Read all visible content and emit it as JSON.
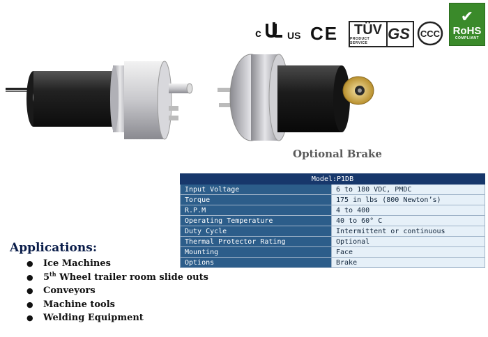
{
  "certifications": {
    "ul": {
      "c": "c",
      "us": "US"
    },
    "ce": "CE",
    "tuv": {
      "name": "TÜV",
      "sub": "PRODUCT SERVICE"
    },
    "gs": "GS",
    "ccc": "CCC",
    "rohs": {
      "name": "RoHS",
      "sub": "COMPLIANT"
    }
  },
  "caption": "Optional Brake",
  "spec": {
    "header": "Model:P1DB",
    "rows": [
      {
        "label": "Input Voltage",
        "value": "6 to 180 VDC, PMDC"
      },
      {
        "label": "Torque",
        "value": "175 in lbs (800 Newton’s)"
      },
      {
        "label": "R.P.M",
        "value": "4 to 400"
      },
      {
        "label": "Operating Temperature",
        "value": "40 to 60° C"
      },
      {
        "label": "Duty Cycle",
        "value": "Intermittent or continuous"
      },
      {
        "label": "Thermal Protector Rating",
        "value": "Optional"
      },
      {
        "label": "Mounting",
        "value": "Face"
      },
      {
        "label": "Options",
        "value": "Brake"
      }
    ]
  },
  "applications": {
    "title": "Applications:",
    "items": [
      {
        "text": "Ice Machines"
      },
      {
        "prefix": "5",
        "sup": "th",
        "text": " Wheel trailer room slide outs"
      },
      {
        "text": "Conveyors"
      },
      {
        "text": "Machine tools"
      },
      {
        "text": "Welding Equipment"
      }
    ]
  },
  "colors": {
    "table_header": "#17376b",
    "table_label": "#2c5d8a",
    "table_value": "#e6f0f8",
    "rohs": "#3a8a2a"
  }
}
